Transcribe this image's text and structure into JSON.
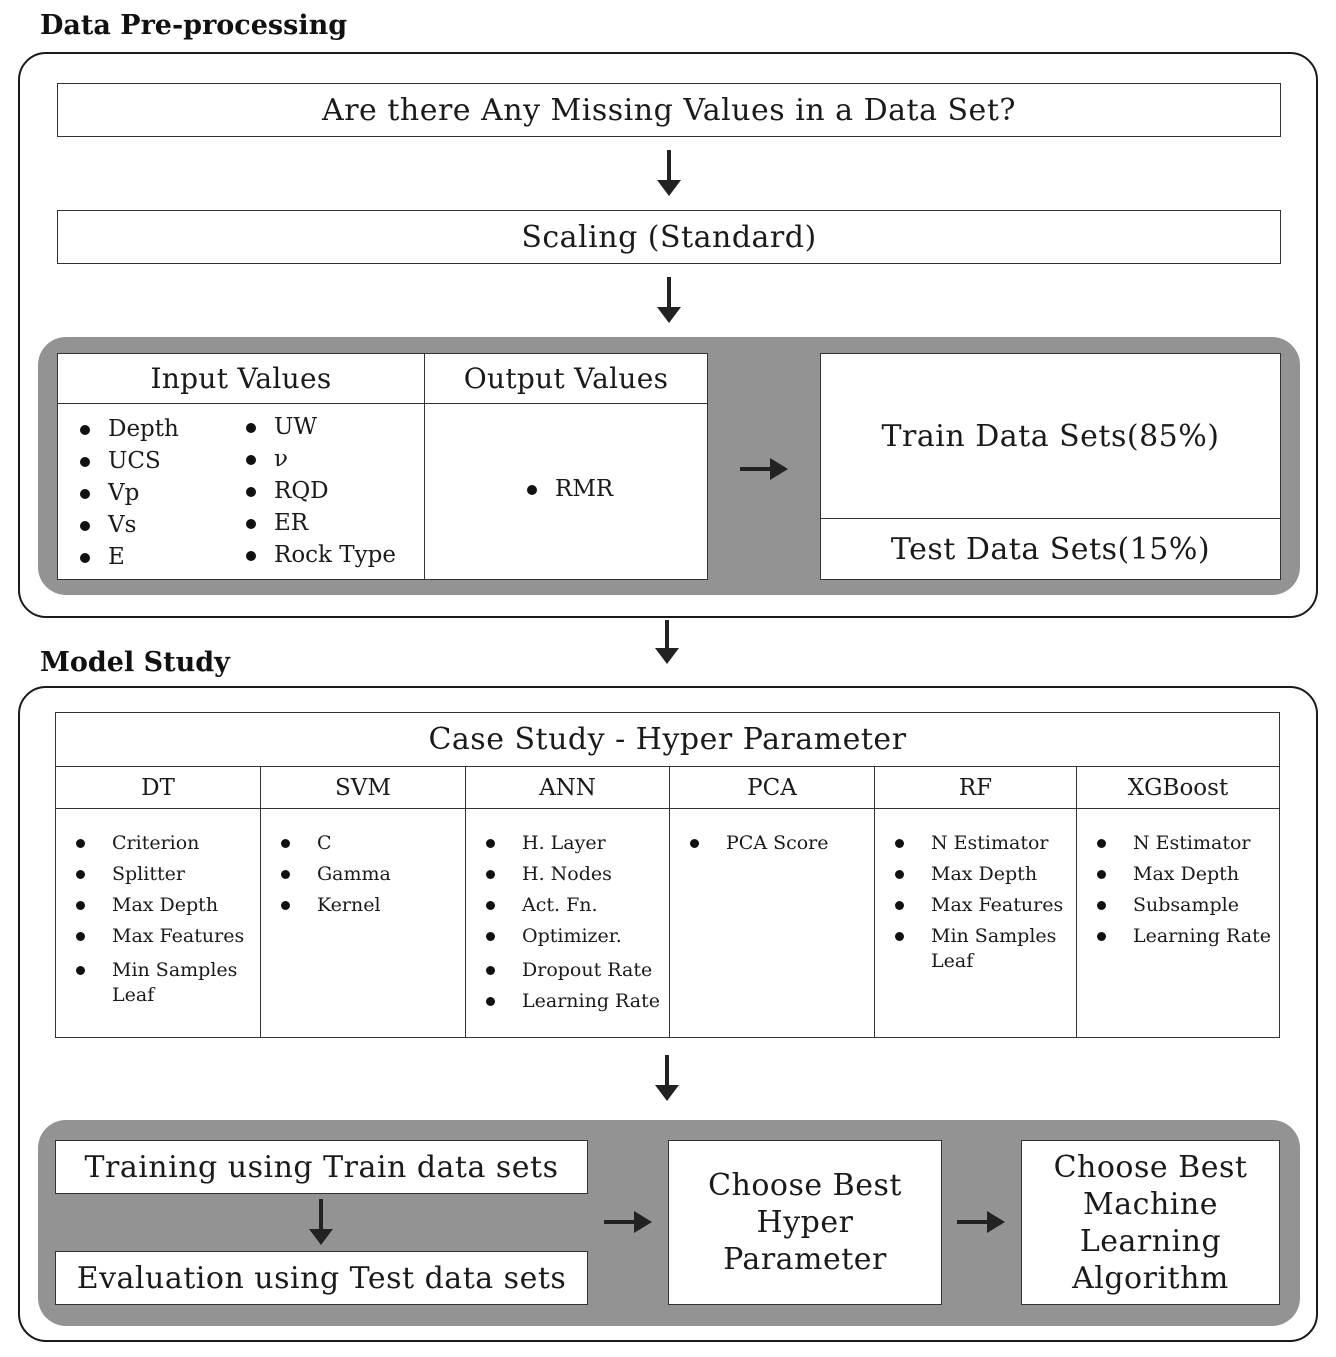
{
  "pre": {
    "title": "Data Pre-processing",
    "missing": "Are there Any Missing Values in a Data Set?",
    "scaling": "Scaling (Standard)",
    "input_header": "Input Values",
    "output_header": "Output Values",
    "inputs_col1": [
      "Depth",
      "UCS",
      "Vp",
      "Vs",
      "E"
    ],
    "inputs_col2": [
      "UW",
      "ν",
      "RQD",
      "ER",
      "Rock Type"
    ],
    "outputs": [
      "RMR"
    ],
    "train": "Train Data Sets(85%)",
    "test": "Test Data Sets(15%)"
  },
  "model": {
    "title": "Model Study",
    "case_header": "Case Study - Hyper Parameter",
    "columns": [
      {
        "name": "DT",
        "items": [
          "Criterion",
          "Splitter",
          "Max Depth",
          "Max Features",
          "Min Samples Leaf"
        ]
      },
      {
        "name": "SVM",
        "items": [
          "C",
          "Gamma",
          "Kernel"
        ]
      },
      {
        "name": "ANN",
        "items": [
          "H. Layer",
          "H. Nodes",
          "Act. Fn.",
          "Optimizer.",
          "Dropout Rate",
          "Learning Rate"
        ]
      },
      {
        "name": "PCA",
        "items": [
          "PCA Score"
        ]
      },
      {
        "name": "RF",
        "items": [
          "N Estimator",
          "Max Depth",
          "Max Features",
          "Min Samples Leaf"
        ]
      },
      {
        "name": "XGBoost",
        "items": [
          "N Estimator",
          "Max Depth",
          "Subsample",
          "Learning Rate"
        ]
      }
    ],
    "training": "Training using Train data sets",
    "evaluation": "Evaluation using Test data sets",
    "choose_hp": "Choose Best Hyper Parameter",
    "choose_ml": "Choose Best Machine Learning Algorithm"
  }
}
